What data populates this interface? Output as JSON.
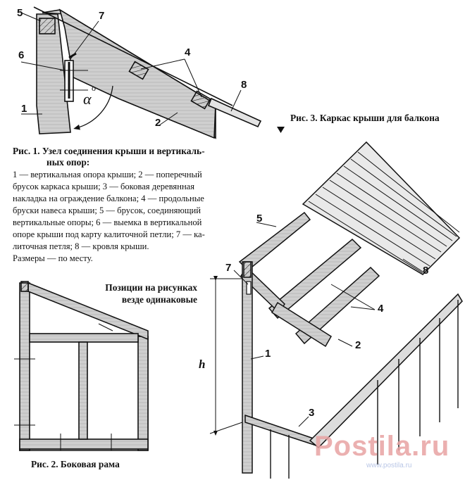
{
  "fig1": {
    "caption_title_1": "Рис. 1. Узел соединения крыши и вертикаль-",
    "caption_title_2": "ных опор:",
    "legend_lines": [
      "1 — вертикальная опора крыши; 2 — поперечный",
      "брусок каркаса крыши; 3 — боковая деревянная",
      "накладка на ограждение балкона; 4 — продольные",
      "бруски навеса крыши; 5 — брусок, соединяющий",
      "вертикальные опоры; 6 — выемка в вертикальной",
      "опоре крыши под карту калиточной петли; 7 — ка-",
      "литочная петля; 8 — кровля крыши.",
      "Размеры — по месту."
    ],
    "labels": {
      "n1": "1",
      "n2": "2",
      "n4": "4",
      "n5": "5",
      "n6": "6",
      "n7": "7",
      "n8": "8",
      "alpha": "α",
      "degree": "o"
    }
  },
  "fig2": {
    "caption": "Рис. 2. Боковая рама",
    "note_line1": "Позиции на рисунках",
    "note_line2": "везде одинаковые"
  },
  "fig3": {
    "caption": "Рис. 3. Каркас крыши для балкона",
    "labels": {
      "n1": "1",
      "n2": "2",
      "n3": "3",
      "n4": "4",
      "n5": "5",
      "n7": "7",
      "n8": "8",
      "h": "h"
    }
  },
  "watermark": {
    "text": "Postila.ru",
    "sub": "www.postila.ru"
  }
}
